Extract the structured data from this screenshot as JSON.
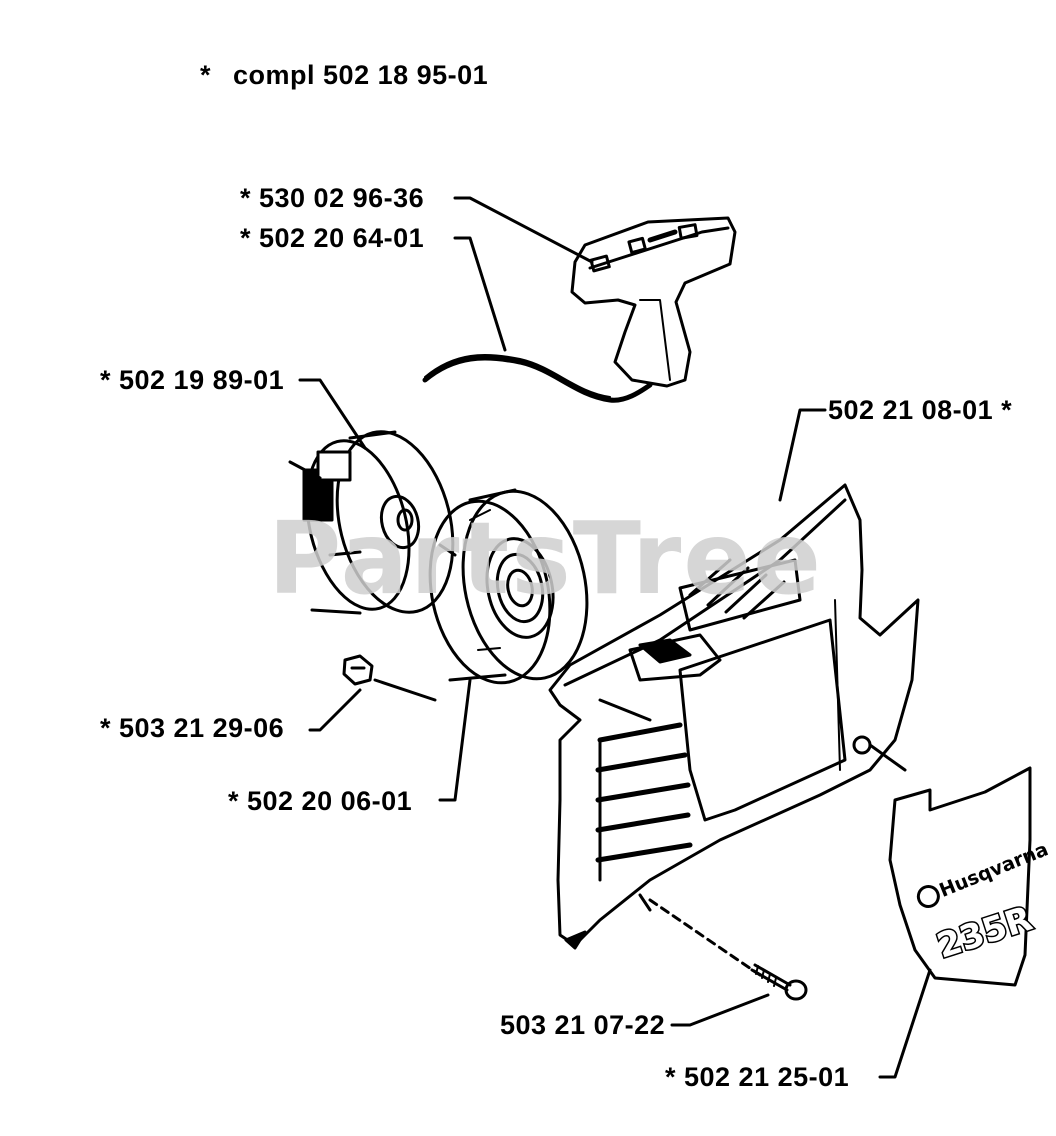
{
  "header": {
    "compl_prefix": "*",
    "compl_label": "compl 502 18 95-01"
  },
  "watermark": {
    "text": "PartsTree"
  },
  "labels": {
    "handle": "* 530 02 96-36",
    "rope": "* 502 20 64-01",
    "pulley": "* 502 19 89-01",
    "cover": "502 21 08-01 *",
    "screw_small": "* 503 21 29-06",
    "spring_cassette": "* 502 20 06-01",
    "screw_long": "503 21 07-22",
    "decal": "* 502 21 25-01"
  },
  "decal": {
    "brand": "Husqvarna",
    "model": "235R"
  },
  "colors": {
    "ink": "#000000",
    "watermark": "#cfcfcf",
    "paper": "#ffffff"
  }
}
